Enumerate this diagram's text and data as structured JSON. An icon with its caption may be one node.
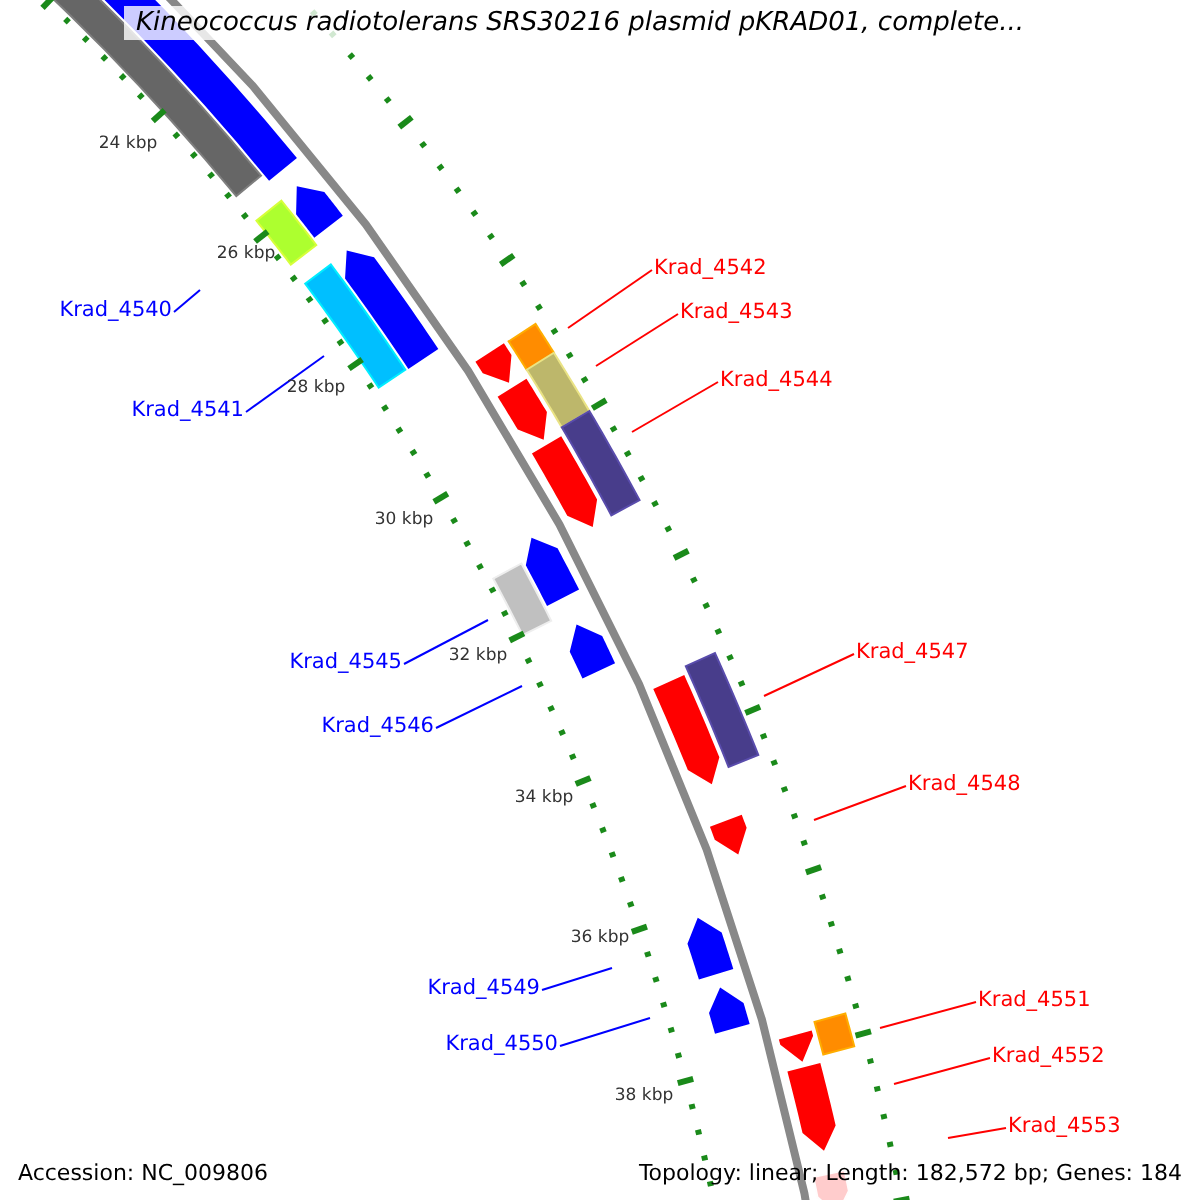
{
  "diagram": {
    "title": "Kineococcus radiotolerans SRS30216 plasmid pKRAD01, complete...",
    "nodes": [
      {
        "text": [
          "Krad_4542"
        ]
      },
      {
        "text": [
          "Krad_4540"
        ]
      },
      {
        "text": [
          "Krad_4543"
        ]
      },
      {
        "text": [
          "Krad_4544"
        ]
      },
      {
        "text": [
          "Krad_4541"
        ]
      },
      {
        "text": [
          "Krad_4547"
        ]
      },
      {
        "text": [
          "Krad_4545"
        ]
      },
      {
        "text": [
          "Krad_4546"
        ]
      },
      {
        "text": [
          "Krad_4548"
        ]
      },
      {
        "text": [
          "Krad_4549"
        ]
      },
      {
        "text": [
          "Krad_4551"
        ]
      },
      {
        "text": [
          "Krad_4550"
        ]
      },
      {
        "text": [
          "Krad_4552"
        ]
      },
      {
        "text": [
          "Krad_4553"
        ]
      }
    ],
    "edges": [
      {
        "from": 0,
        "to": null,
        "arrow": "none"
      },
      {
        "from": 1,
        "to": null,
        "arrow": "none",
        "color": "#0000ff"
      },
      {
        "from": 2,
        "to": null,
        "arrow": "none"
      },
      {
        "from": 3,
        "to": null,
        "arrow": "none"
      },
      {
        "from": 4,
        "to": null,
        "arrow": "none",
        "color": "#0000ff"
      },
      {
        "from": 5,
        "to": null,
        "arrow": "none"
      },
      {
        "from": 6,
        "to": null,
        "arrow": "none",
        "color": "#0000ff"
      },
      {
        "from": 7,
        "to": null,
        "arrow": "none",
        "color": "#0000ff"
      },
      {
        "from": 8,
        "to": null,
        "arrow": "none"
      },
      {
        "from": 9,
        "to": null,
        "arrow": "none",
        "color": "#0000ff"
      },
      {
        "from": 10,
        "to": null,
        "arrow": "none"
      },
      {
        "from": 11,
        "to": null,
        "arrow": "none",
        "color": "#0000ff"
      },
      {
        "from": 12,
        "to": null,
        "arrow": "none"
      },
      {
        "from": 13,
        "to": null,
        "arrow": "none"
      }
    ],
    "labels": [
      "24 kbp",
      "26 kbp",
      "28 kbp",
      "30 kbp",
      "32 kbp",
      "34 kbp",
      "36 kbp",
      "38 kbp",
      "Accession: NC_009806",
      "Topology: linear; Length: 182,572 bp; Genes: 184"
    ]
  }
}
